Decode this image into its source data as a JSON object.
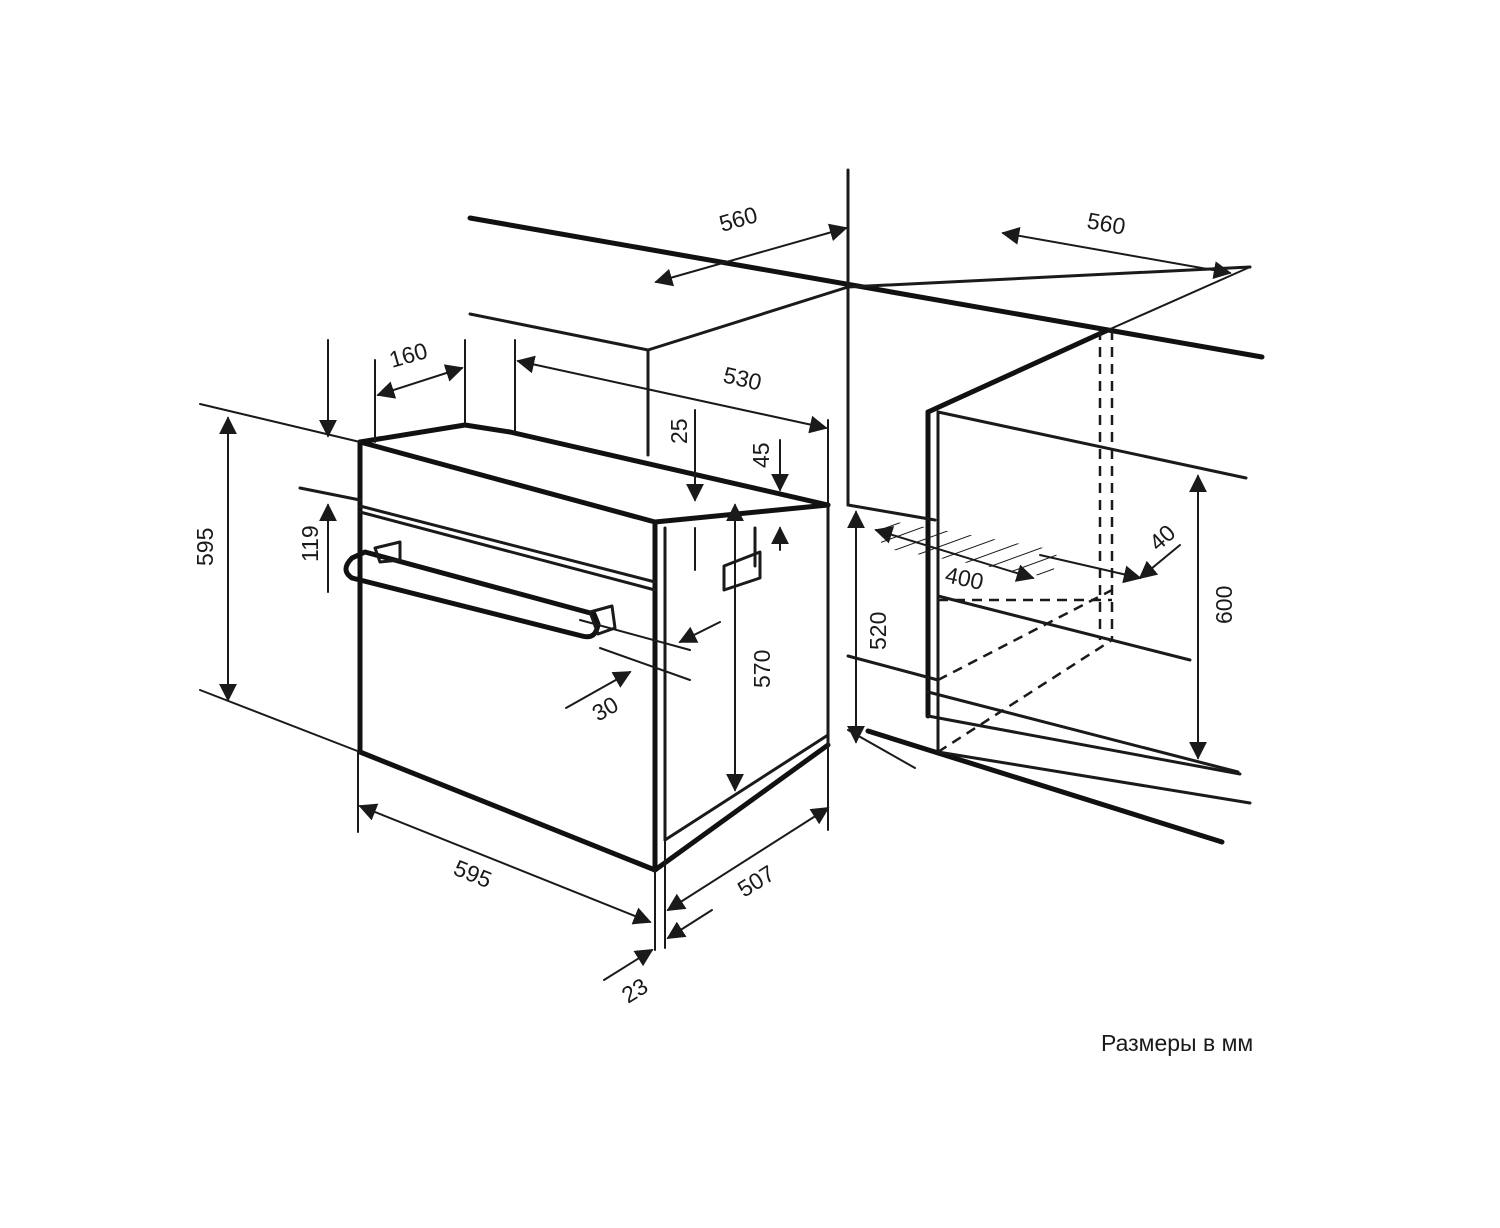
{
  "diagram": {
    "caption": "Размеры в мм",
    "dimensions": {
      "niche_depth_left": "560",
      "niche_width_right": "560",
      "oven_top_cutout_depth": "160",
      "oven_body_depth_top": "530",
      "panel_gap_25": "25",
      "side_gap_45": "45",
      "overall_height": "595",
      "panel_height": "119",
      "body_height": "570",
      "handle_projection": "30",
      "front_width": "595",
      "body_depth": "507",
      "door_thickness": "23",
      "niche_height_520": "520",
      "vent_width": "400",
      "vent_depth": "40",
      "niche_height_600": "600"
    }
  }
}
